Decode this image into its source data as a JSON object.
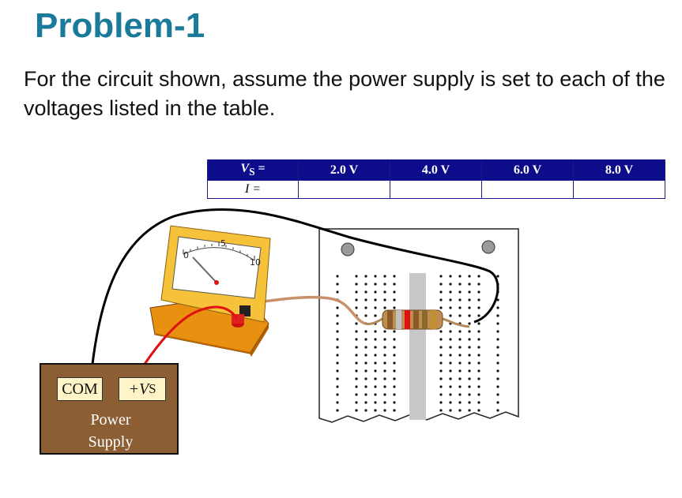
{
  "title": "Problem-1",
  "intro": "For the circuit shown, assume the power supply is set to each of the voltages listed in the table.",
  "table": {
    "header_label": "V",
    "header_sub": "S",
    "header_eq": " =",
    "row_label": "I =",
    "voltages": [
      "2.0 V",
      "4.0 V",
      "6.0 V",
      "8.0 V"
    ],
    "currents": [
      "",
      "",
      "",
      ""
    ]
  },
  "meter": {
    "scale_min": "0",
    "scale_mid": "5",
    "scale_max": "10"
  },
  "power_supply": {
    "com_label": "COM",
    "vs_label": "+V",
    "vs_sub": "S",
    "name_line1": "Power",
    "name_line2": "Supply"
  },
  "colors": {
    "title": "#1a7a9a",
    "table_header_bg": "#0d0d8c",
    "power_supply_body": "#8b5e34",
    "meter_body": "#f0a020",
    "red_wire": "#e01010",
    "black_wire": "#000000",
    "brown_wire": "#c8906a"
  },
  "resistor_bands": [
    "#8a5a2a",
    "#c0c0c0",
    "#e01010",
    "#8a5a2a",
    "#8a6a2a",
    "#c09030"
  ]
}
